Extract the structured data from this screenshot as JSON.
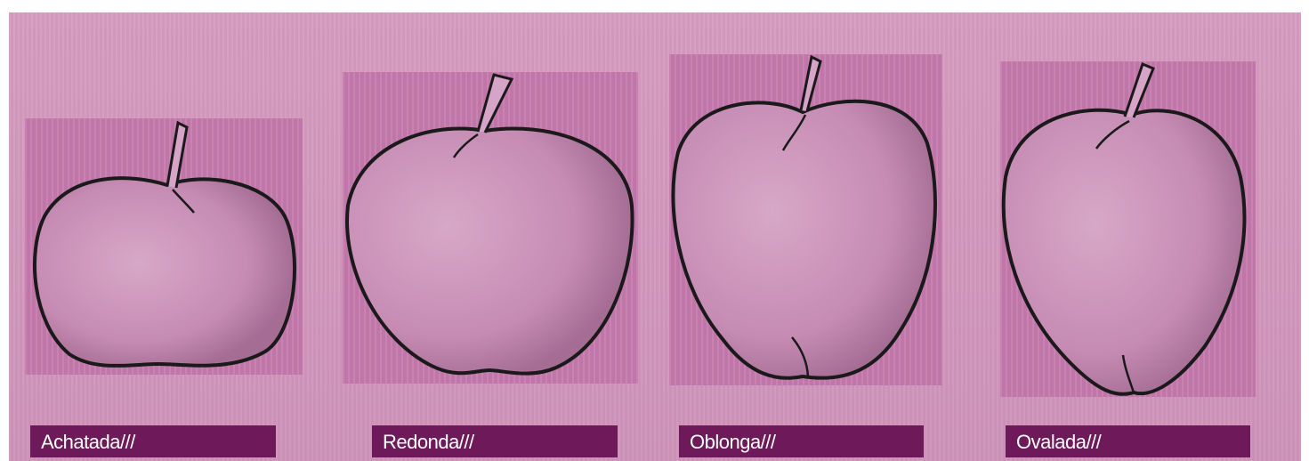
{
  "figure": {
    "shapes": [
      {
        "label": "Achatada///"
      },
      {
        "label": "Redonda///"
      },
      {
        "label": "Oblonga///"
      },
      {
        "label": "Ovalada///"
      }
    ]
  },
  "colors": {
    "background": "#d69cc0",
    "panel": "#c67aad",
    "label_bar": "#6e1a5a",
    "label_text": "#ffffff",
    "outline": "#1a1a1a"
  }
}
